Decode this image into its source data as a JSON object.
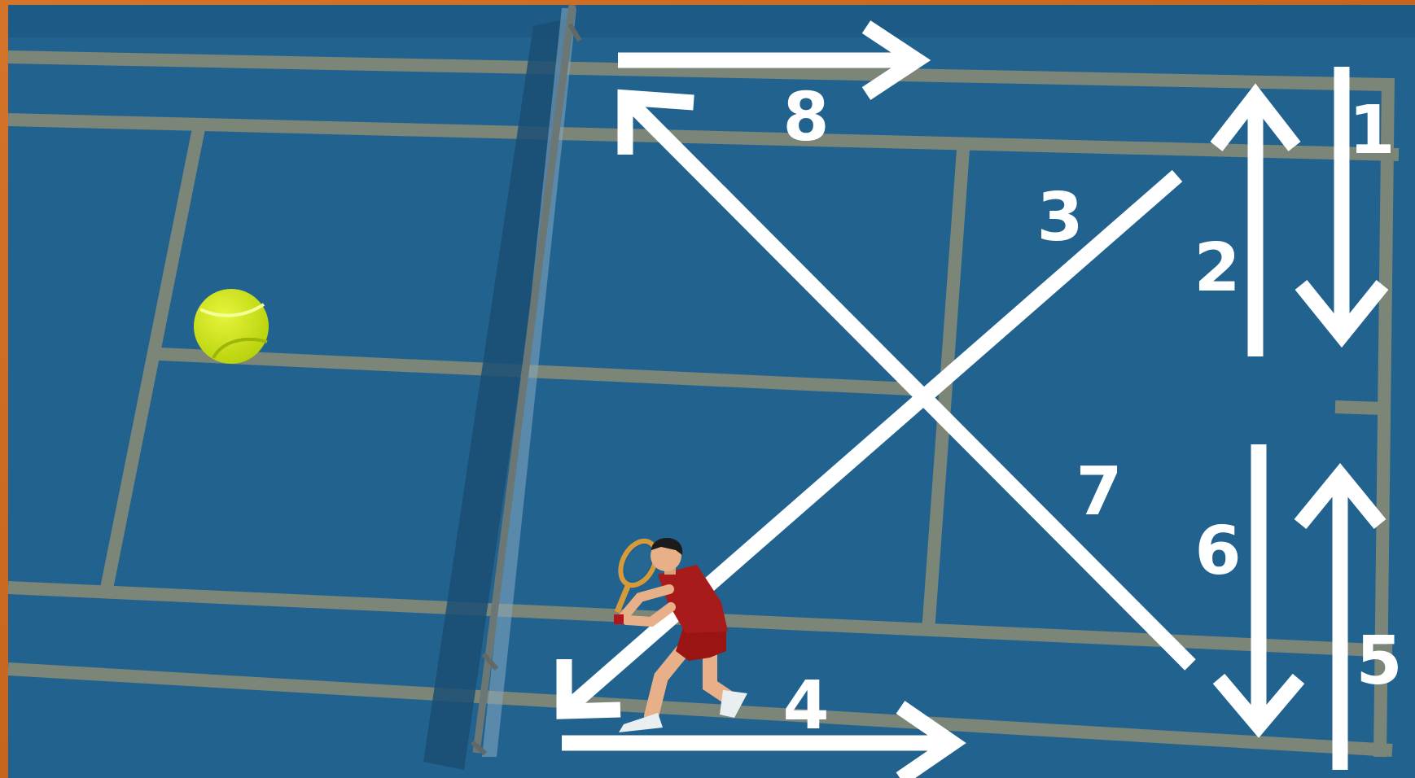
{
  "drill": {
    "labels": [
      "1",
      "2",
      "3",
      "4",
      "5",
      "6",
      "7",
      "8"
    ]
  },
  "colors": {
    "court": "#22628f",
    "court_dark": "#1c557f",
    "lines": "#7b8578",
    "arrows": "#ffffff",
    "frame": "#c9661a",
    "ball": "#c8e40e"
  },
  "icons": {
    "ball": "tennis-ball-icon",
    "player": "tennis-player-icon"
  }
}
